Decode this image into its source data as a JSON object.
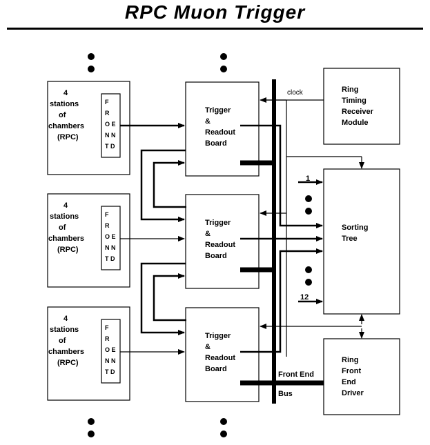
{
  "title": "RPC Muon Trigger",
  "chambers": [
    {
      "lines": [
        "4",
        "stations",
        "of",
        "chambers",
        "(RPC)"
      ],
      "frontend_letters": [
        "F",
        "R",
        "O E",
        "N N",
        "T D"
      ]
    },
    {
      "lines": [
        "4",
        "stations",
        "of",
        "chambers",
        "(RPC)"
      ],
      "frontend_letters": [
        "F",
        "R",
        "O E",
        "N N",
        "T D"
      ]
    },
    {
      "lines": [
        "4",
        "stations",
        "of",
        "chambers",
        "(RPC)"
      ],
      "frontend_letters": [
        "F",
        "R",
        "O E",
        "N N",
        "T D"
      ]
    }
  ],
  "boards": [
    {
      "lines": [
        "Trigger",
        "&",
        "Readout",
        "Board"
      ]
    },
    {
      "lines": [
        "Trigger",
        "&",
        "Readout",
        "Board"
      ]
    },
    {
      "lines": [
        "Trigger",
        "&",
        "Readout",
        "Board"
      ]
    }
  ],
  "ring_timing": {
    "lines": [
      "Ring",
      "Timing",
      "Receiver",
      "Module"
    ]
  },
  "sorting_tree": {
    "lines": [
      "Sorting",
      "Tree"
    ],
    "input_first": "1",
    "input_last": "12"
  },
  "ring_driver": {
    "lines": [
      "Ring",
      "Front",
      "End",
      "Driver"
    ]
  },
  "labels": {
    "clock": "clock",
    "bus_top": "Front End",
    "bus_bottom": "Bus"
  }
}
